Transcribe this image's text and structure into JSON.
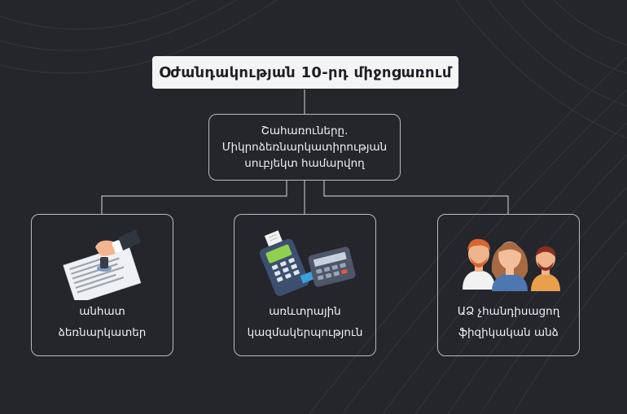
{
  "title": "Օժանդակության 10-րդ միջոցառում",
  "beneficiaries": {
    "line1": "Շահառուները.",
    "line2": "Միկրոձեռնարկատիրության",
    "line3": "սուբյեկտ համարվող"
  },
  "cards": [
    {
      "icon": "signed-document-stamp-icon",
      "line1": "անհատ",
      "line2": "ձեռնարկատեր"
    },
    {
      "icon": "payment-terminal-calculator-icon",
      "line1": "առևտրային",
      "line2": "կազմակերպություն"
    },
    {
      "icon": "people-group-icon",
      "line1": "ԱՁ չհանդիսացող",
      "line2": "ֆիզիկական անձ"
    }
  ],
  "colors": {
    "background": "#24262c",
    "title_box": "#f4f4f5",
    "border": "#b9bbc0",
    "text": "#f1f1f3"
  }
}
